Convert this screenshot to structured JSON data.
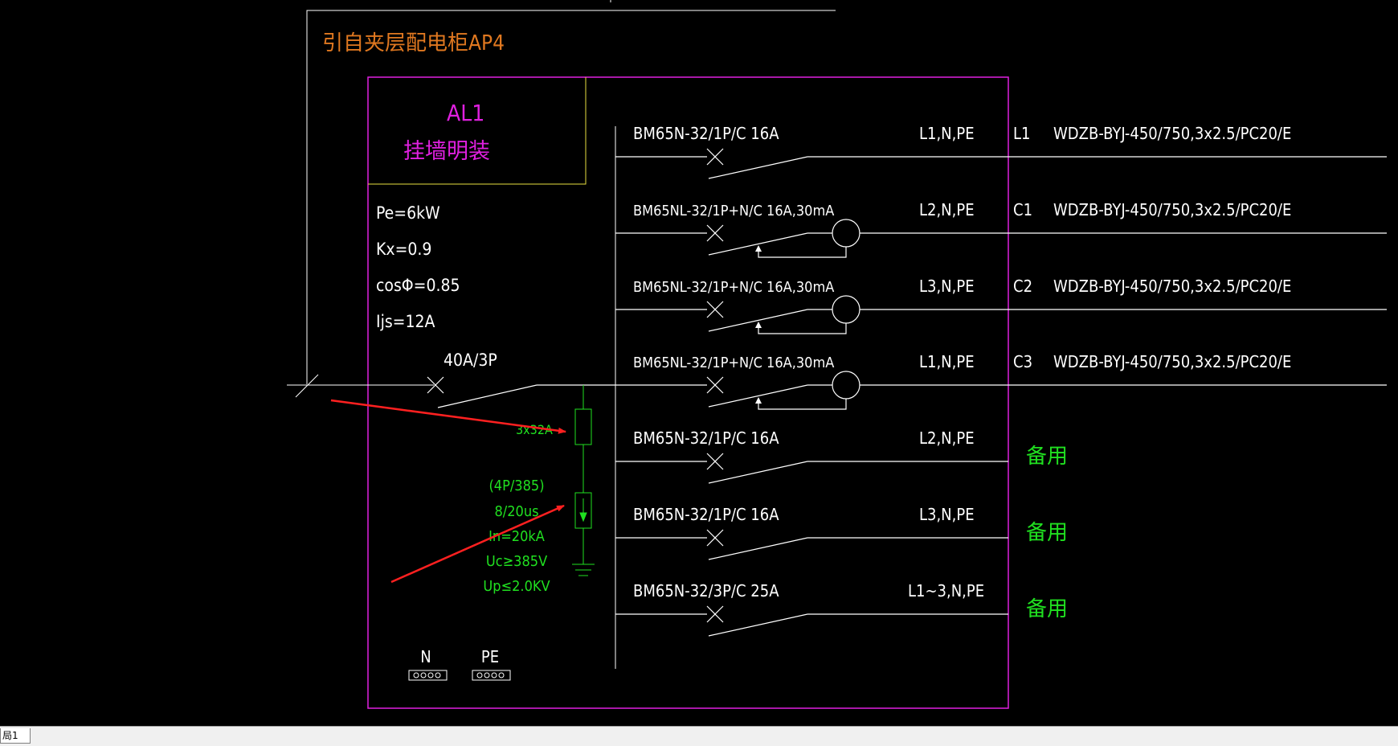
{
  "source": {
    "label": "引自夹层配电柜AP4"
  },
  "panel": {
    "name": "AL1",
    "install": "挂墙明装"
  },
  "load_params": [
    "Pe=6kW",
    "Kx=0.9",
    "cosΦ=0.85",
    "Ijs=12A"
  ],
  "main_breaker": {
    "label": "40A/3P"
  },
  "spd": {
    "fuse_label": "3x32A",
    "specs": [
      "(4P/385)",
      "8/20us",
      "In=20kA",
      "Uc≥385V",
      "Up≤2.0KV"
    ]
  },
  "terminals": {
    "n": "N",
    "pe": "PE"
  },
  "circuits": [
    {
      "breaker": "BM65N-32/1P/C 16A",
      "phase": "L1,N,PE",
      "id": "L1",
      "cable": "WDZB-BYJ-450/750,3x2.5/PC20/E",
      "rcd": false
    },
    {
      "breaker": "BM65NL-32/1P+N/C 16A,30mA",
      "phase": "L2,N,PE",
      "id": "C1",
      "cable": "WDZB-BYJ-450/750,3x2.5/PC20/E",
      "rcd": true
    },
    {
      "breaker": "BM65NL-32/1P+N/C 16A,30mA",
      "phase": "L3,N,PE",
      "id": "C2",
      "cable": "WDZB-BYJ-450/750,3x2.5/PC20/E",
      "rcd": true
    },
    {
      "breaker": "BM65NL-32/1P+N/C 16A,30mA",
      "phase": "L1,N,PE",
      "id": "C3",
      "cable": "WDZB-BYJ-450/750,3x2.5/PC20/E",
      "rcd": true
    },
    {
      "breaker": "BM65N-32/1P/C 16A",
      "phase": "L2,N,PE",
      "spare": "备用",
      "rcd": false
    },
    {
      "breaker": "BM65N-32/1P/C 16A",
      "phase": "L3,N,PE",
      "spare": "备用",
      "rcd": false
    },
    {
      "breaker": "BM65N-32/3P/C 25A",
      "phase": "L1~3,N,PE",
      "spare": "备用",
      "rcd": false
    }
  ],
  "tabbar": {
    "tab": "局1"
  },
  "colors": {
    "white": "#ffffff",
    "magenta": "#e020e0",
    "yellow": "#e8e040",
    "orange": "#e07820",
    "green": "#20e020",
    "red": "#ff2020"
  }
}
